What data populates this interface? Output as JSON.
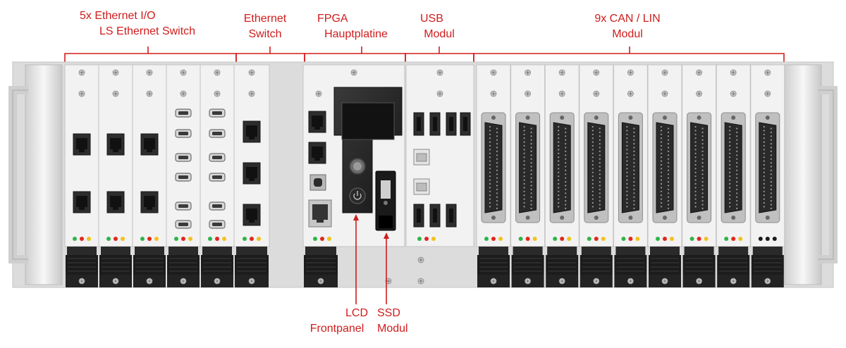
{
  "labels": {
    "ethernet_io_line1": "5x Ethernet I/O",
    "ethernet_io_line2": "LS Ethernet Switch",
    "ethernet_switch_line1": "Ethernet",
    "ethernet_switch_line2": "Switch",
    "fpga_line1": "FPGA",
    "fpga_line2": "Hauptplatine",
    "usb_line1": "USB",
    "usb_line2": "Modul",
    "can_lin_line1": "9x CAN / LIN",
    "can_lin_line2": "Modul",
    "lcd_line1": "LCD",
    "lcd_line2": "Frontpanel",
    "ssd_line1": "SSD",
    "ssd_line2": "Modul"
  },
  "colors": {
    "annotation": "#d01c1c",
    "chassis": "#e6e6e6",
    "module_face": "#f2f2f2",
    "latch": "#1c1c1c",
    "led_green": "#2fb44a",
    "led_red": "#e0271e",
    "led_yellow": "#f2c21c"
  }
}
